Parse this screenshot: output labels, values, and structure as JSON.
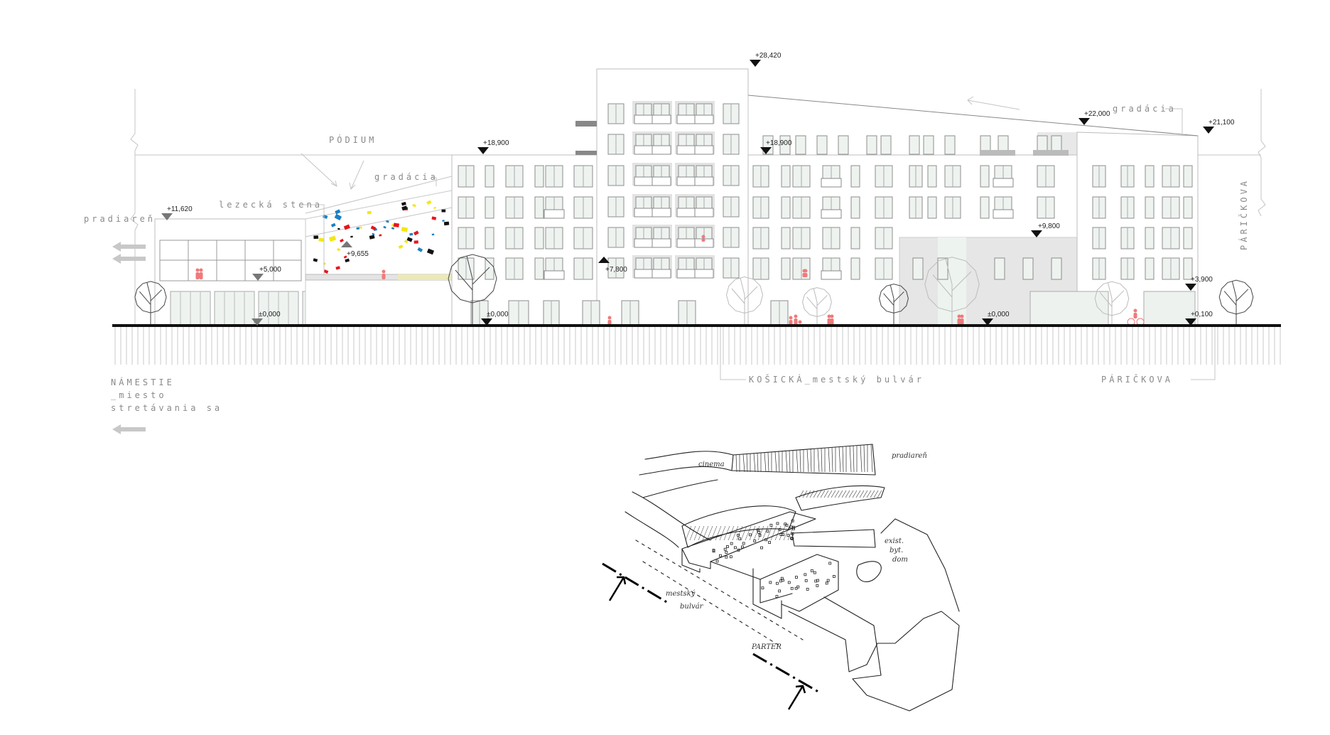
{
  "labels": {
    "podium": "PÓDIUM",
    "gradacia_left": "gradácia",
    "gradacia_right": "gradácia",
    "lezecka_stena": "lezecká stena",
    "pradiaren": "pradiareň",
    "paric_vertical": "PÁRIČKOVA",
    "namestie": [
      "NÁMESTIE",
      "_miesto",
      "stretávania sa"
    ],
    "kosicka": "KOŠICKÁ_mestský bulvár",
    "paric_bottom": "PÁRIČKOVA"
  },
  "elevations": [
    "+28,420",
    "+22,000",
    "+21,100",
    "+18,900",
    "+18,900",
    "+11,620",
    "+9,655",
    "+5,000",
    "±0,000",
    "±0,000",
    "+7,800",
    "+9,800",
    "±0,000",
    "+3,900",
    "+0,100"
  ],
  "sketch": {
    "pradiaren": "pradiareň",
    "cinema": "cinema",
    "existing": [
      "exist.",
      "byt.",
      "dom"
    ],
    "bulvar": [
      "mestský",
      "bulvár"
    ],
    "parter": "PARTER"
  },
  "colors": {
    "people": "#f07a7a",
    "wall_red": "#e8141c",
    "wall_blue": "#1a7fc4",
    "wall_yellow": "#f5e616",
    "wall_black": "#111111",
    "window_glass": "#eef3f0",
    "shadow": "#e2e2e2"
  }
}
